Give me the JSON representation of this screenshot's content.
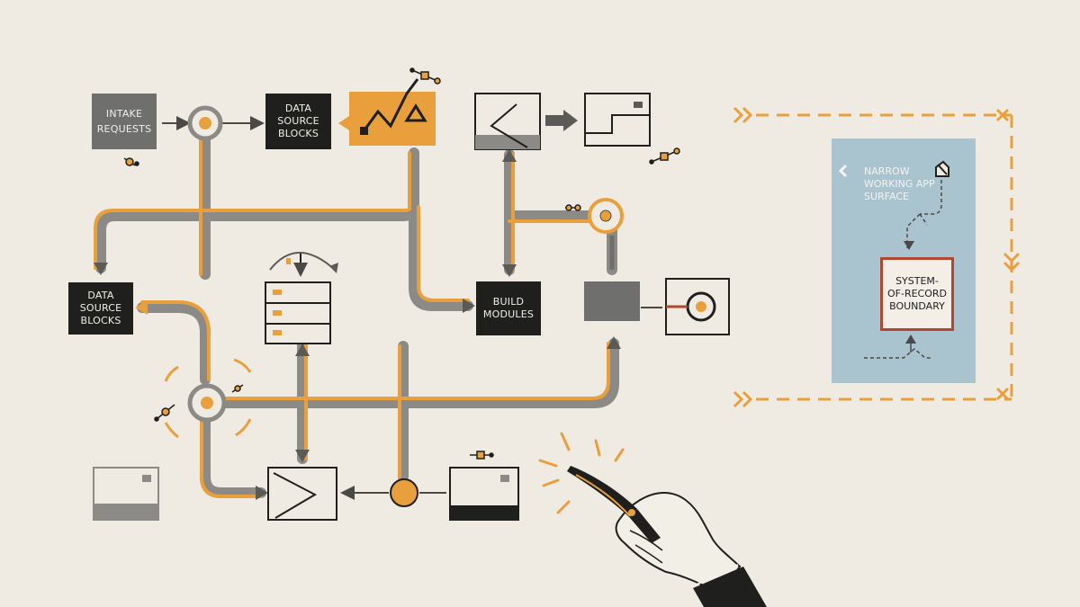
{
  "colors": {
    "background": "#efebe2",
    "ink": "#1f1f1d",
    "orange": "#e9a03c",
    "pipe_grey": "#8b8a86",
    "panel_blue": "#a9c3cf",
    "boundary_red": "#b2462f"
  },
  "labels": {
    "intake_requests": "INTAKE\nREQUESTS",
    "data_source_blocks_top": "DATA\nSOURCE\nBLOCKS",
    "data_source_blocks_left": "DATA\nSOURCE\nBLOCKS",
    "build_modules": "BUILD\nMODULES"
  },
  "side_panel": {
    "title": "NARROW\nWORKING APP\nSURFACE",
    "boundary_label": "SYSTEM-\nOF-RECORD\nBOUNDARY"
  },
  "icons": [
    "chevron-left-icon",
    "tag-icon",
    "trend-chart-icon",
    "warning-triangle-icon",
    "pliers-icon",
    "hand-icon",
    "double-chevron-icon",
    "x-mark-icon",
    "refresh-arrows-icon",
    "sparkle-node-icon"
  ]
}
